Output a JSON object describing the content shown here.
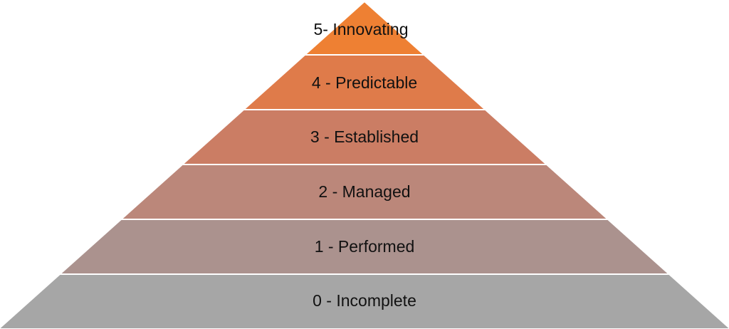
{
  "pyramid": {
    "levels": [
      {
        "label": "5- Innovating",
        "color": "#ee8033"
      },
      {
        "label": "4 - Predictable",
        "color": "#df7b4a"
      },
      {
        "label": "3 - Established",
        "color": "#cb7d64"
      },
      {
        "label": "2 - Managed",
        "color": "#bb877a"
      },
      {
        "label": "1 - Performed",
        "color": "#ab928e"
      },
      {
        "label": "0 - Incomplete",
        "color": "#a6a6a6"
      }
    ],
    "separator_color": "#ffffff"
  }
}
